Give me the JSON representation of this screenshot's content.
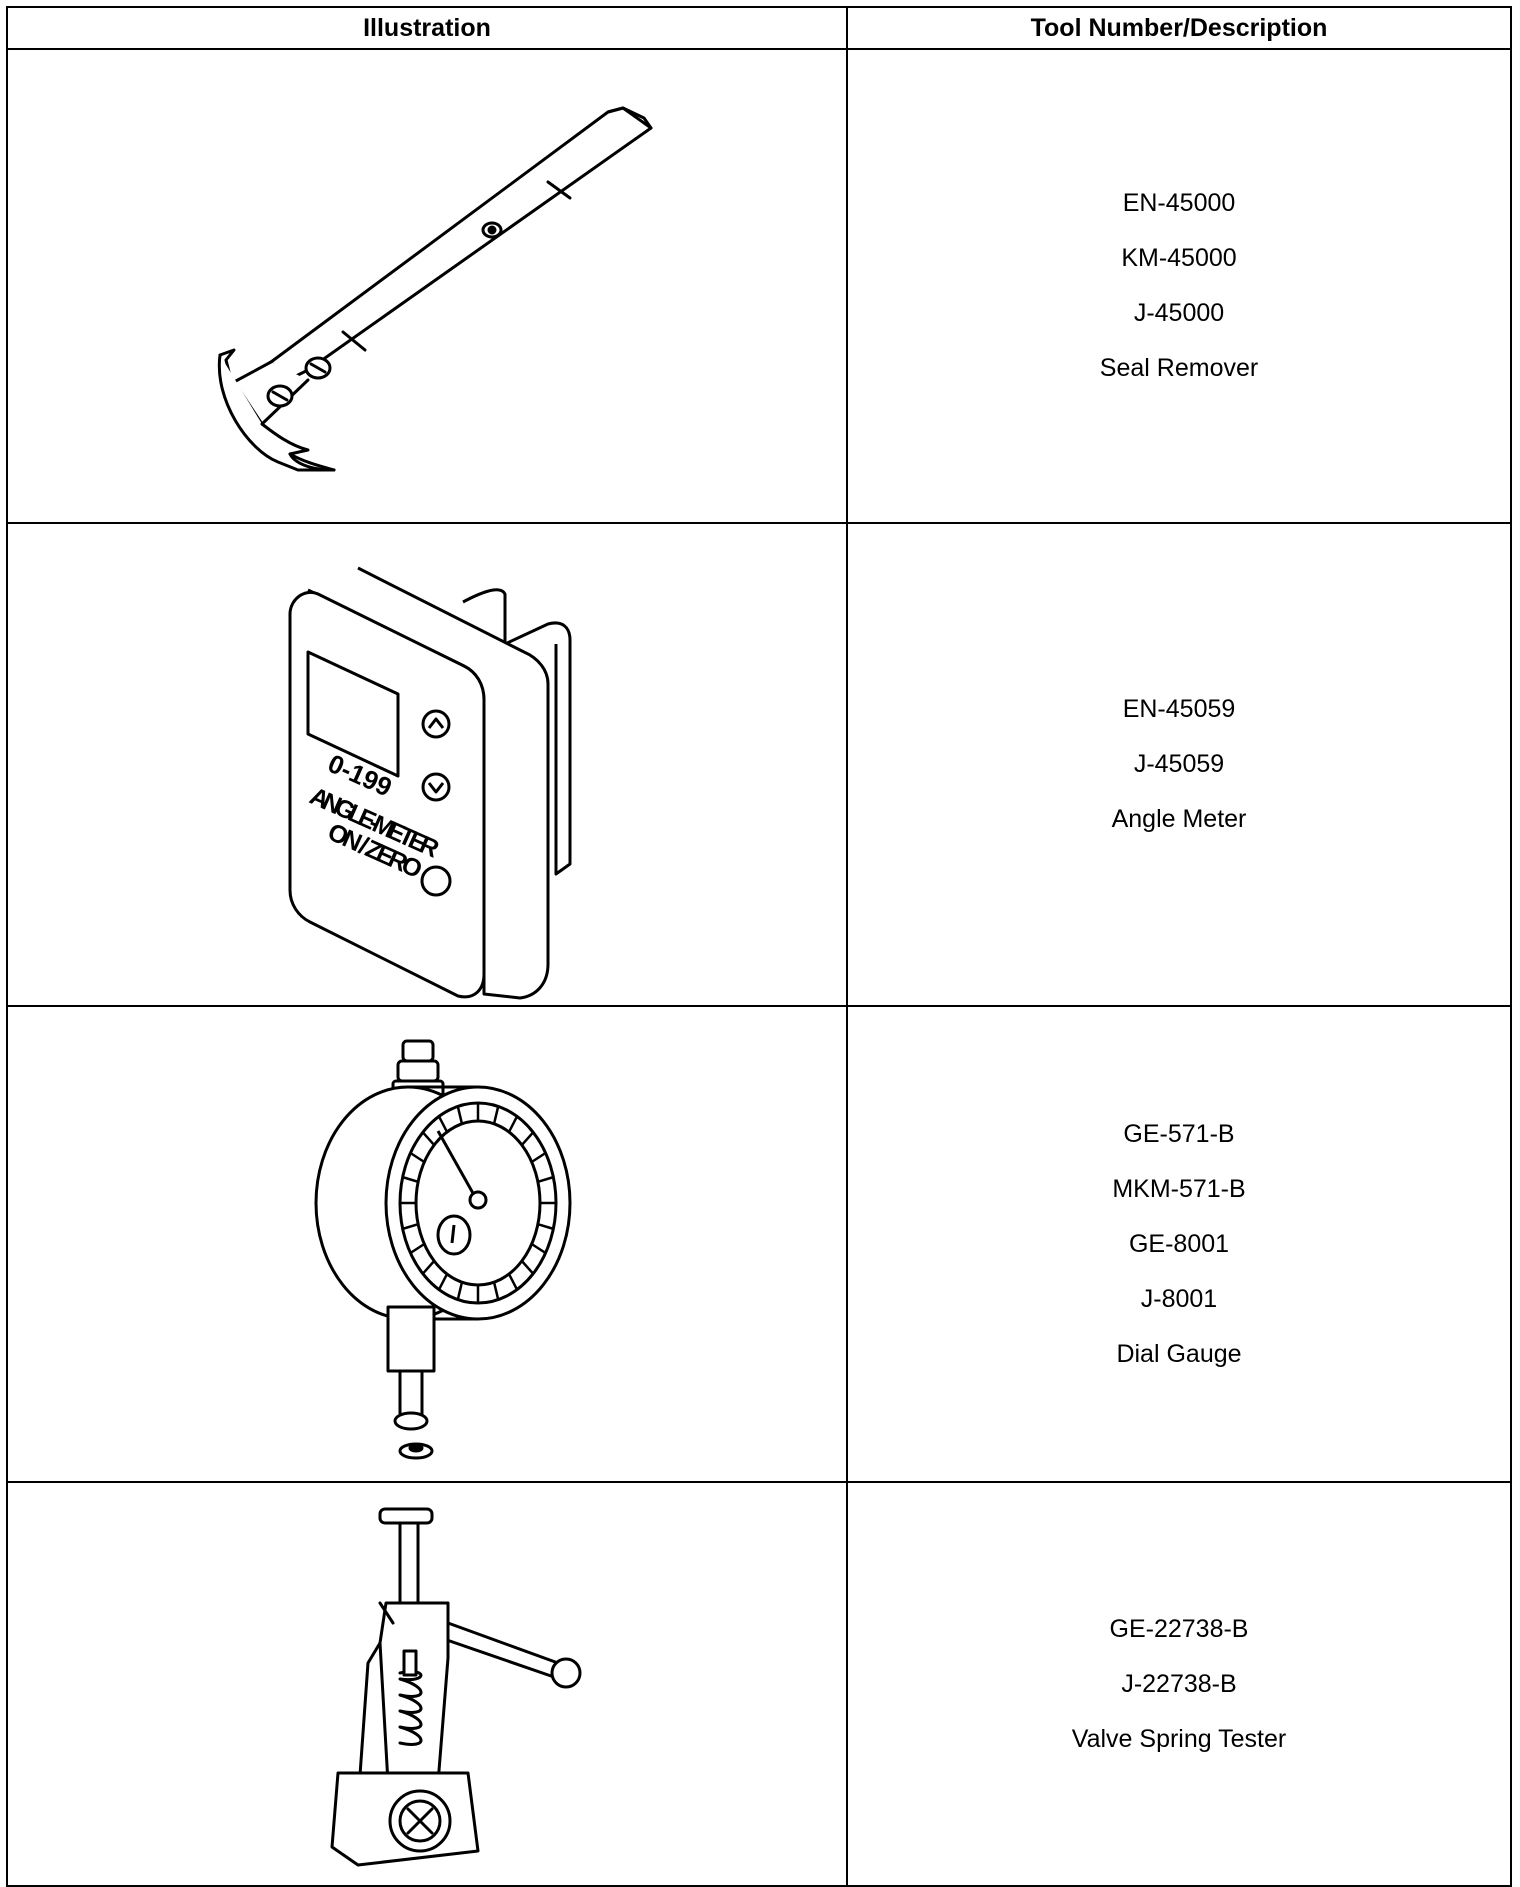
{
  "table": {
    "headers": {
      "illustration": "Illustration",
      "tool": "Tool Number/Description"
    },
    "rows": [
      {
        "illustration_icon": "seal-remover-illustration",
        "lines": [
          "EN-45000",
          "KM-45000",
          "J-45000",
          "Seal Remover"
        ]
      },
      {
        "illustration_icon": "angle-meter-illustration",
        "device_text": {
          "range": "0-199",
          "name": "ANGLE-METER",
          "button": "ON / ZERO"
        },
        "lines": [
          "EN-45059",
          "J-45059",
          "Angle Meter"
        ]
      },
      {
        "illustration_icon": "dial-gauge-illustration",
        "lines": [
          "GE-571-B",
          "MKM-571-B",
          "GE-8001",
          "J-8001",
          "Dial Gauge"
        ]
      },
      {
        "illustration_icon": "valve-spring-tester-illustration",
        "lines": [
          "GE-22738-B",
          "J-22738-B",
          "Valve Spring Tester"
        ]
      }
    ]
  }
}
